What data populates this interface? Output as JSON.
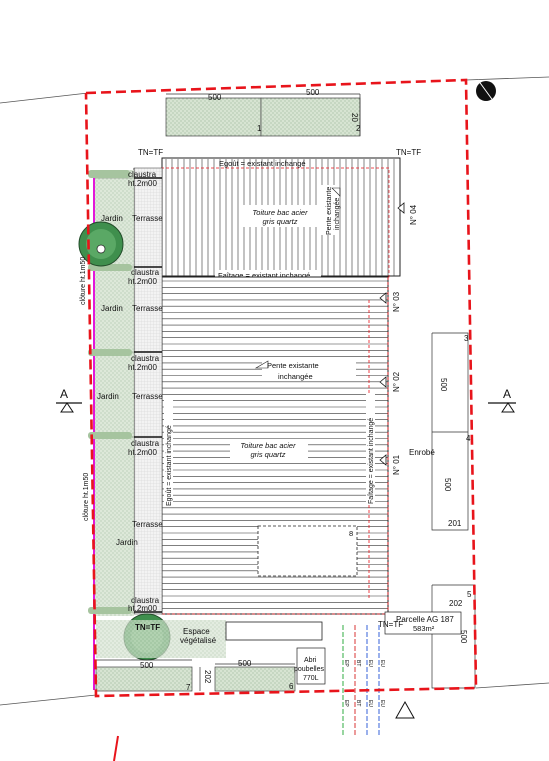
{
  "labels": {
    "tn_tf": "TN=TF",
    "egout_top": "Egoût = existant inchangé",
    "faitage_mid": "Faîtage = existant inchangé",
    "toiture_line1": "Toiture bac acier",
    "toiture_line2": "gris quartz",
    "pente_line1": "Pente existante",
    "pente_line2": "inchangée",
    "egout_side": "Egoût = existant inchangé",
    "faitage_side": "Faîtage = existant inchangé",
    "claustra_line1": "claustra",
    "claustra_line2": "ht.2m00",
    "terrasse": "Terrasse",
    "jardin": "Jardin",
    "cloture_top": "clôture ht.1m50",
    "cloture_bottom": "clôture ht.1m50",
    "enrobe": "Enrobé",
    "espace_line1": "Espace",
    "espace_line2": "végétalisé",
    "abri_line1": "Abri",
    "abri_line2": "poubelles",
    "abri_volume": "770L",
    "parcelle_line1": "Parcelle AG 187",
    "parcelle_line2": "583m²",
    "section": "A",
    "n01": "N° 01",
    "n02": "N° 02",
    "n03": "N° 03",
    "n04": "N° 04",
    "net_ep": "EP",
    "net_bt": "BT",
    "net_eu": "EU"
  },
  "dims": {
    "d500": "500",
    "d20": "20",
    "d202": "202",
    "d201": "201",
    "n1": "1",
    "n2": "2",
    "n3": "3",
    "n4": "4",
    "n5": "5",
    "n6": "6",
    "n7": "7",
    "n8": "8"
  },
  "colors": {
    "boundary": "#e8141b",
    "hedge": "#e316d9",
    "grass": "#c9dcc4",
    "tree": "#3f8f4d",
    "network_green": "#1aa32d",
    "network_red": "#d61f1f",
    "network_blue": "#1f52d6"
  }
}
